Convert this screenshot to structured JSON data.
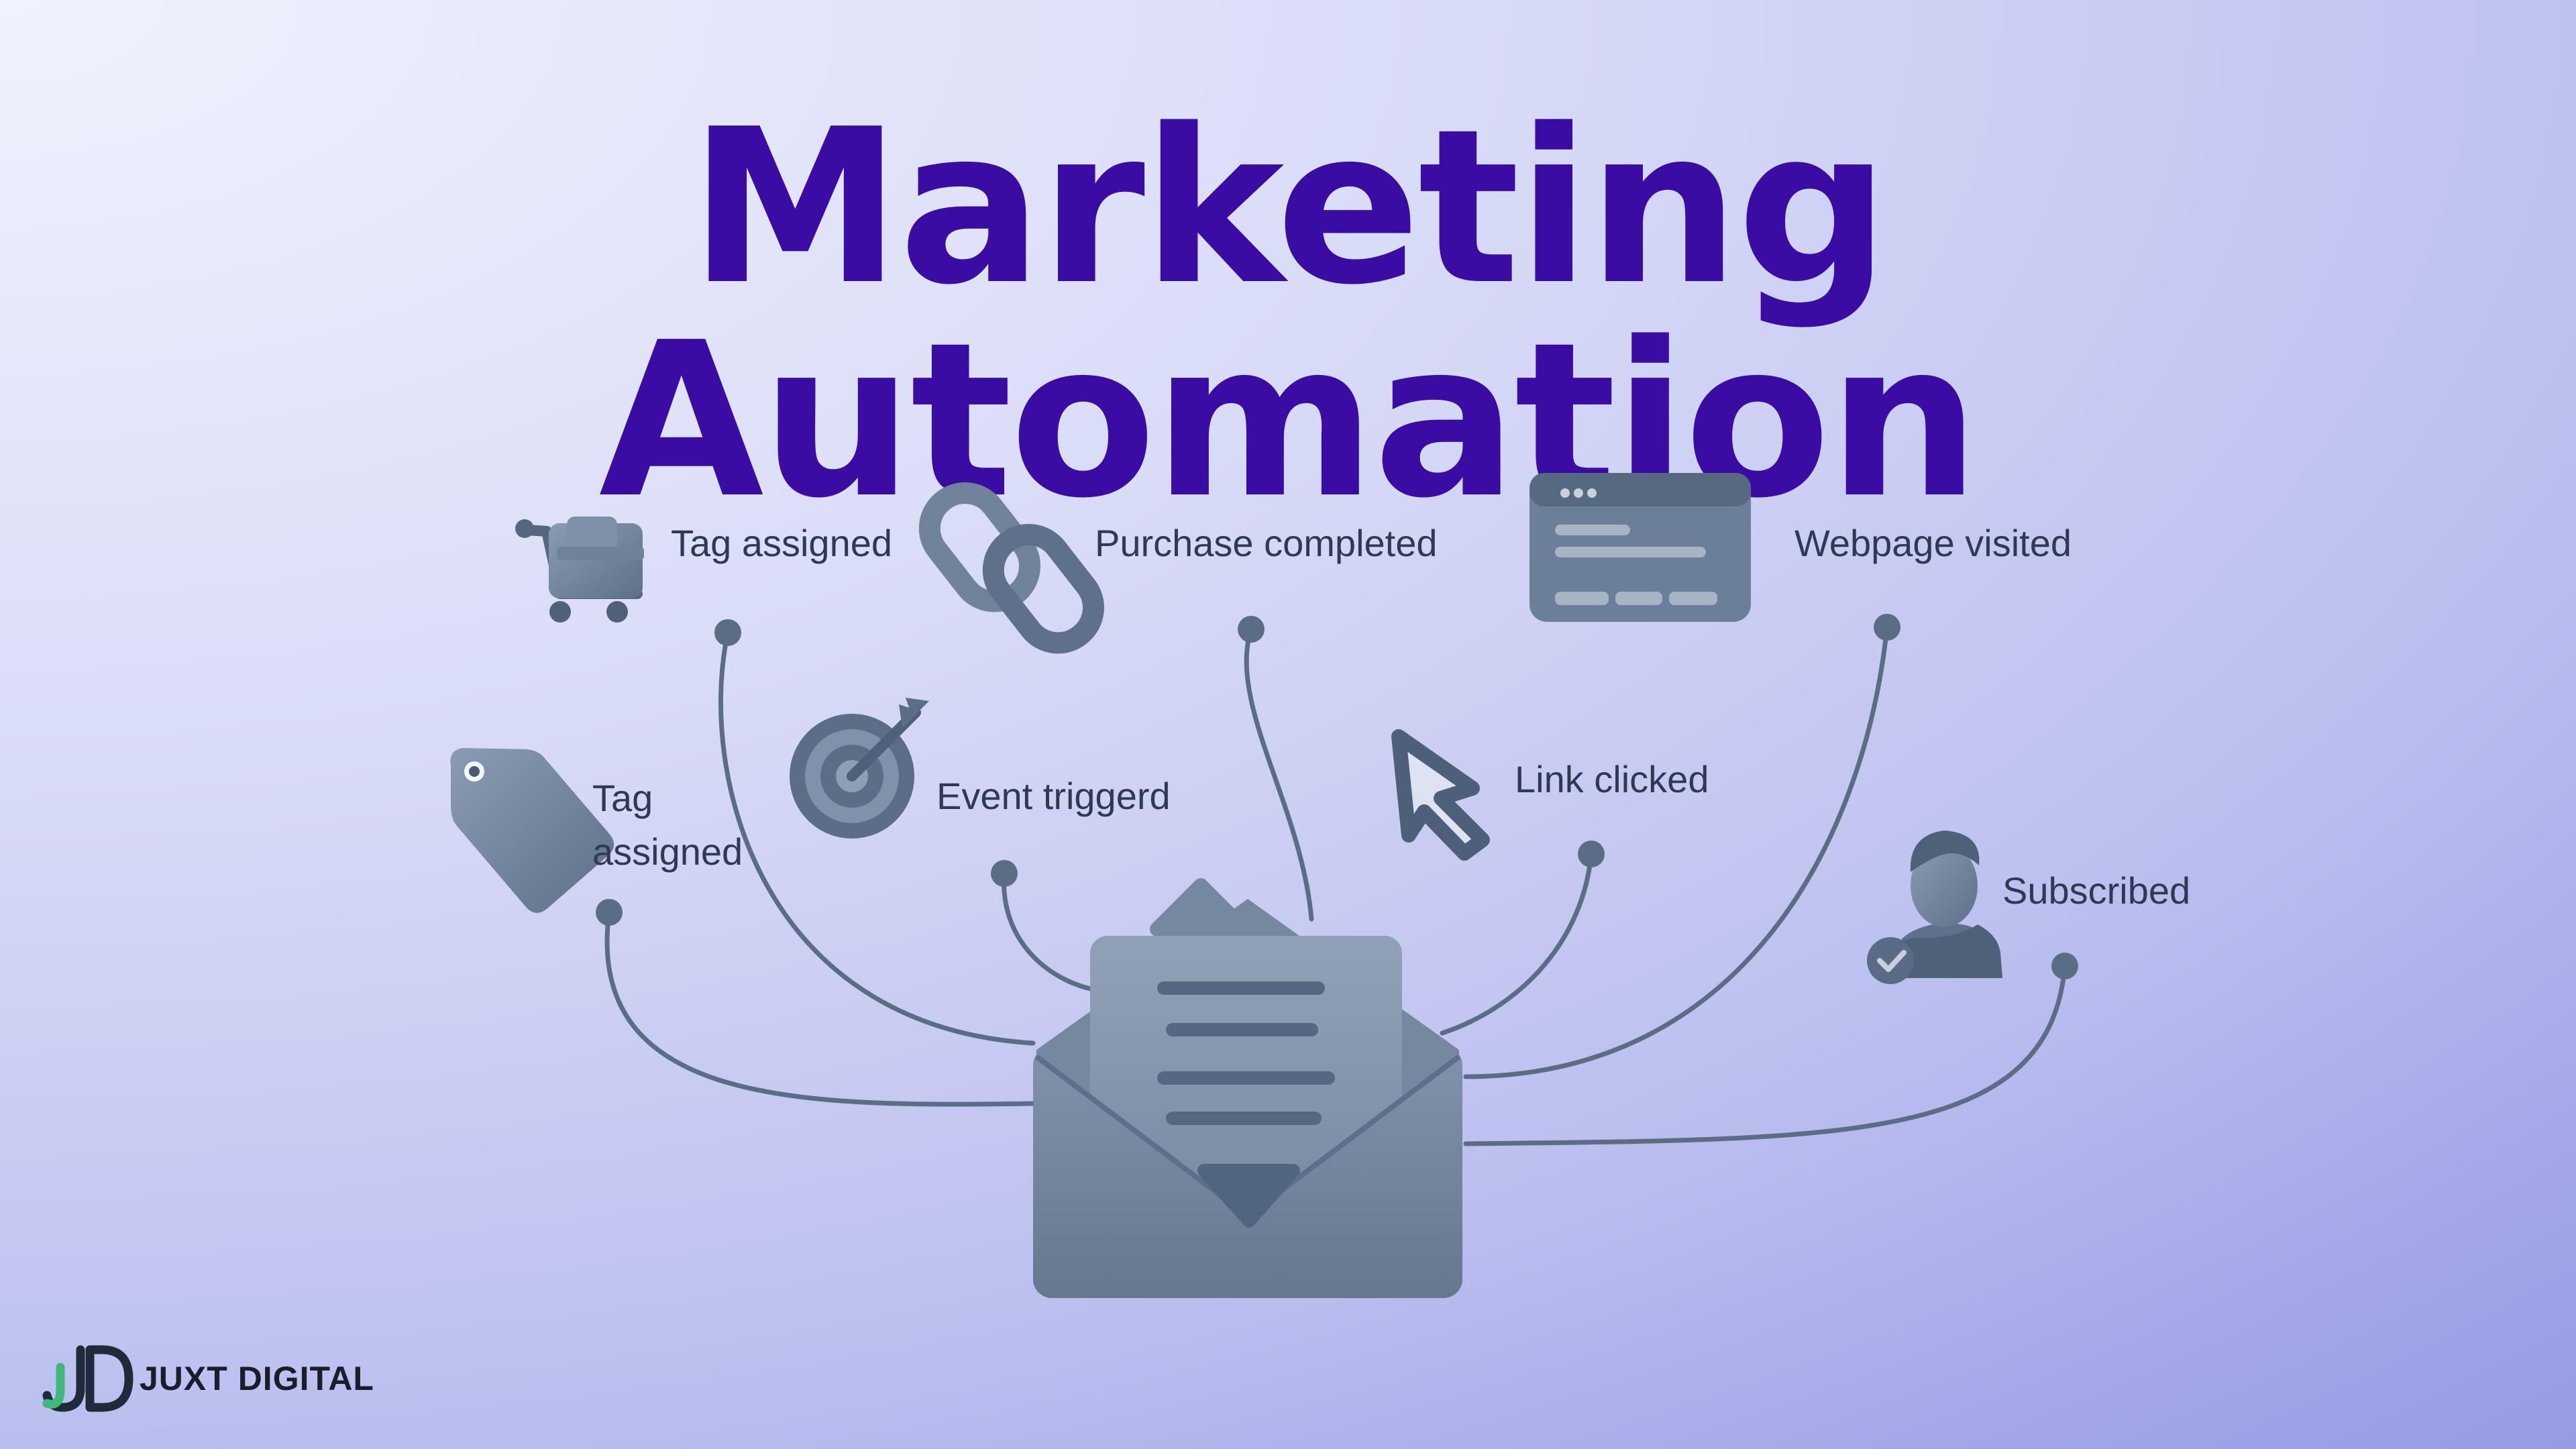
{
  "title": "Marketing Automation",
  "triggers": [
    {
      "label": "Tag assigned",
      "icon": "shopping-cart-icon"
    },
    {
      "label": "Purchase completed",
      "icon": "chain-link-icon"
    },
    {
      "label": "Webpage visited",
      "icon": "browser-window-icon"
    },
    {
      "label": "Tag assigned",
      "icon": "tag-icon"
    },
    {
      "label": "Event triggerd",
      "icon": "target-icon"
    },
    {
      "label": "Link clicked",
      "icon": "cursor-icon"
    },
    {
      "label": "Subscribed",
      "icon": "user-subscribed-icon"
    }
  ],
  "center": {
    "icon": "open-envelope-icon"
  },
  "brand": {
    "name": "JUXT DIGITAL",
    "logo_letters": "JD",
    "logo_icon": "jd-logo-icon"
  },
  "colors": {
    "title": "#3a0ca3",
    "icon": "#6c7f98",
    "icon_dark": "#4e6079",
    "line": "#5b6d85",
    "label": "#2f3a52",
    "logo_accent": "#3fb87a"
  }
}
